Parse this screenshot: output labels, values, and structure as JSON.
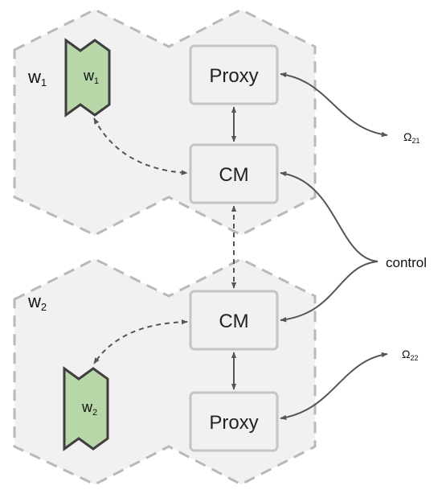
{
  "world1": {
    "region_label_main": "w",
    "region_label_sub": "1",
    "agent_label_main": "w",
    "agent_label_sub": "1",
    "proxy_label": "Proxy",
    "cm_label": "CM"
  },
  "world2": {
    "region_label_main": "w",
    "region_label_sub": "2",
    "agent_label_main": "w",
    "agent_label_sub": "2",
    "proxy_label": "Proxy",
    "cm_label": "CM"
  },
  "external": {
    "omega21_main": "Ω",
    "omega21_sub": "21",
    "omega22_main": "Ω",
    "omega22_sub": "22",
    "control_label": "control"
  },
  "colors": {
    "hex_fill": "#f1f1f1",
    "hex_stroke": "#b9b9b9",
    "box_stroke": "#c4c4c4",
    "agent_fill": "#b7d7a8",
    "agent_stroke": "#3e3e3e",
    "arrow": "#555555"
  }
}
